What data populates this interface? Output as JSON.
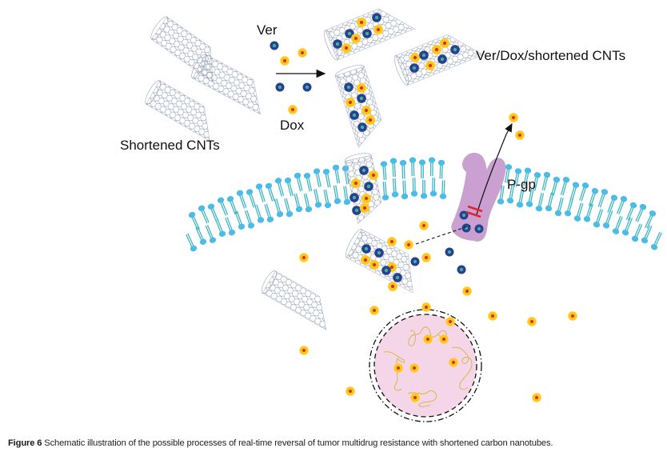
{
  "figure": {
    "labels": {
      "ver": "Ver",
      "dox": "Dox",
      "shortened_cnts": "Shortened CNTs",
      "loaded_cnts": "Ver/Dox/shortened CNTs",
      "pgp": "P-gp"
    },
    "colors": {
      "membrane": "#4cbce6",
      "membrane_tail": "#3fb6c4",
      "pgp": "#c9a0cf",
      "ver_outer": "#27408f",
      "ver_inner": "#3ca89a",
      "dox_outer": "#ffd21f",
      "dox_inner": "#d8301e",
      "nucleus": "#f4d6e8",
      "nanotube": "#8a94a8",
      "inhibit_mark": "#e8232f"
    }
  },
  "caption": {
    "label": "Figure 6",
    "text": " Schematic illustration of the possible processes of real-time reversal of tumor multidrug resistance with shortened carbon nanotubes."
  }
}
